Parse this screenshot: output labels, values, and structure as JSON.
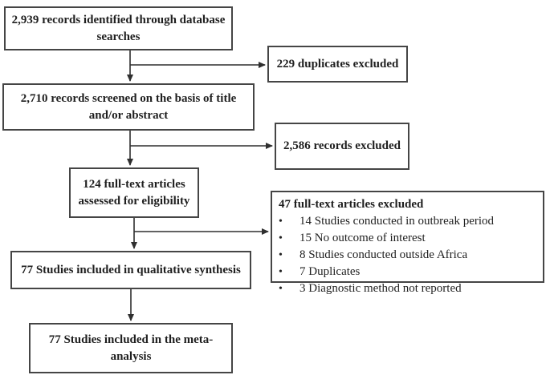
{
  "diagram": {
    "title": "PRISMA study selection flow diagram",
    "bullet_glyph": "•",
    "colors": {
      "box_border": "#454545",
      "connector": "#2f2f2f",
      "text": "#1f1f1f",
      "background": "#ffffff"
    },
    "boxes": {
      "identified": {
        "text": "2,939 records identified through database\nsearches"
      },
      "duplicates_excluded": {
        "text": "229 duplicates excluded"
      },
      "screened": {
        "text": "2,710 records screened on the basis of title\nand/or abstract"
      },
      "records_excluded": {
        "text": "2,586 records excluded"
      },
      "fulltext_assessed": {
        "text": "124 full-text articles\nassessed for eligibility"
      },
      "fulltext_excluded": {
        "title": "47 full-text articles excluded",
        "reasons": [
          "14 Studies conducted in outbreak period",
          "15 No outcome of interest",
          "8 Studies conducted outside Africa",
          "7 Duplicates",
          "3 Diagnostic method not reported"
        ]
      },
      "qualitative_synthesis": {
        "text": "77 Studies included in qualitative synthesis"
      },
      "meta_analysis": {
        "text": "77 Studies included in the meta-\nanalysis"
      }
    }
  }
}
